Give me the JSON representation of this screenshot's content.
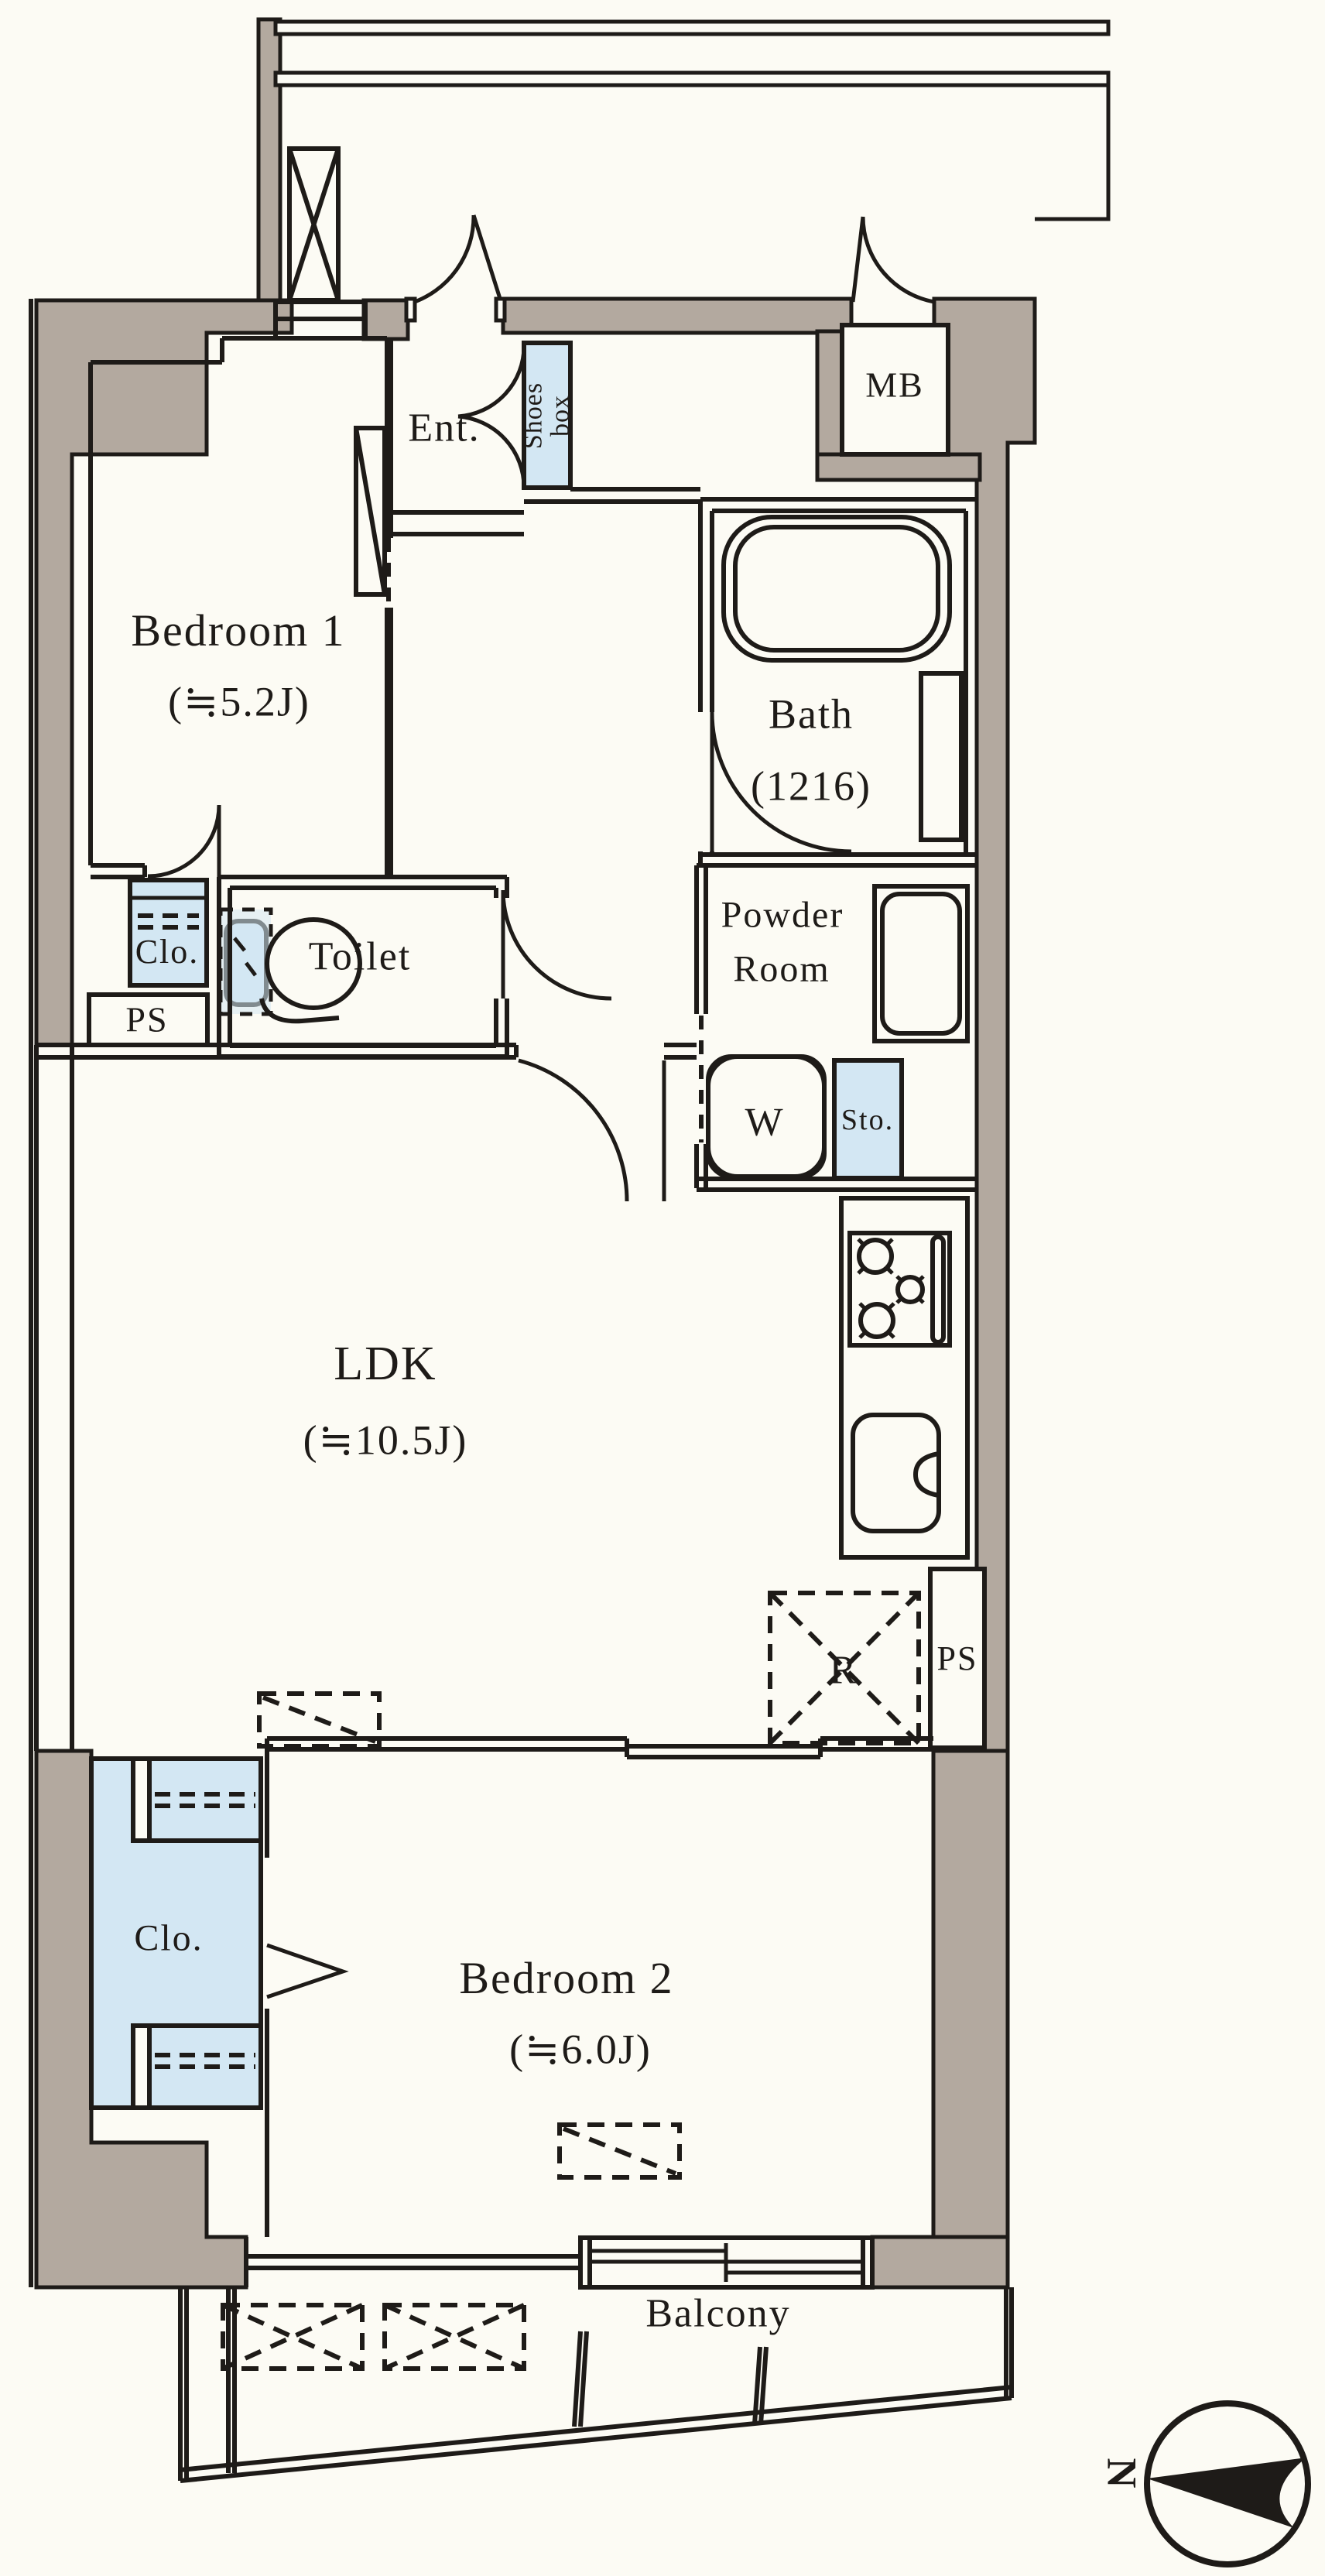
{
  "meta": {
    "type": "apartment-floor-plan"
  },
  "colors": {
    "background": "#fcfbf4",
    "wall_fill": "#b3a99f",
    "line": "#1e1b18",
    "fixture_blue": "#d3e7f3"
  },
  "rooms": {
    "bedroom1": {
      "name": "Bedroom 1",
      "size": "(≒5.2J)"
    },
    "bedroom2": {
      "name": "Bedroom 2",
      "size": "(≒6.0J)"
    },
    "ldk": {
      "name": "LDK",
      "size": "(≒10.5J)"
    },
    "bath": {
      "name": "Bath",
      "size": "(1216)"
    },
    "powder_room": {
      "line1": "Powder",
      "line2": "Room"
    },
    "toilet": {
      "name": "Toilet"
    },
    "entrance": {
      "name": "Ent."
    },
    "balcony": {
      "name": "Balcony"
    }
  },
  "labels": {
    "meter_box": "MB",
    "shoes_box_line1": "Shoes",
    "shoes_box_line2": "box",
    "closet_bedroom1": "Clo.",
    "closet_bedroom2": "Clo.",
    "pipe_space_left": "PS",
    "pipe_space_right": "PS",
    "storage": "Sto.",
    "washer": "W",
    "refrigerator": "R",
    "north": "N"
  }
}
